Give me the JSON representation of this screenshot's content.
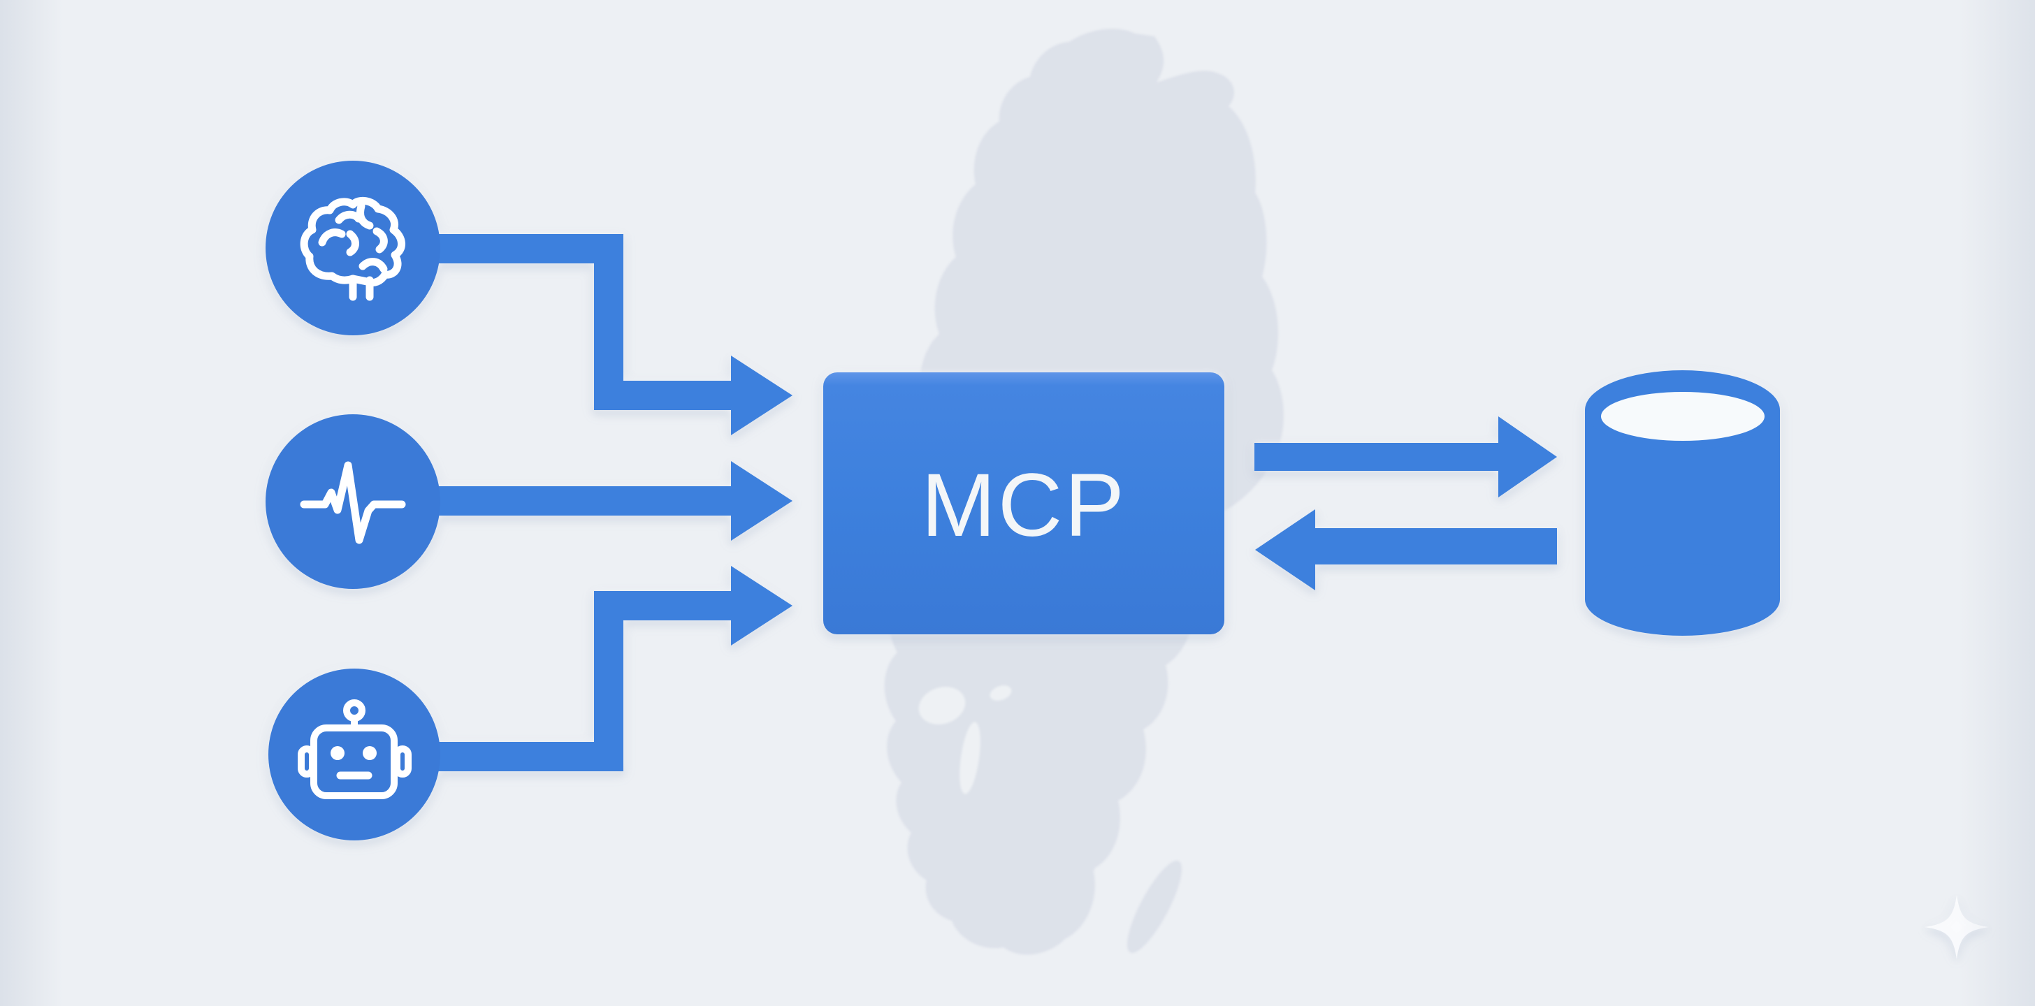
{
  "diagram": {
    "type": "architecture-flow",
    "center_node": {
      "label": "MCP",
      "shape": "rounded-rectangle"
    },
    "source_nodes": [
      {
        "id": "brain",
        "icon": "brain-icon",
        "shape": "circle"
      },
      {
        "id": "pulse",
        "icon": "pulse-waveform-icon",
        "shape": "circle"
      },
      {
        "id": "robot",
        "icon": "robot-icon",
        "shape": "circle"
      }
    ],
    "target_node": {
      "id": "datastore",
      "icon": "database-cylinder-icon",
      "shape": "cylinder"
    },
    "connections": [
      {
        "from": "brain",
        "to": "MCP",
        "style": "elbow-arrow-right"
      },
      {
        "from": "pulse",
        "to": "MCP",
        "style": "straight-arrow-right"
      },
      {
        "from": "robot",
        "to": "MCP",
        "style": "elbow-arrow-right"
      },
      {
        "from": "MCP",
        "to": "datastore",
        "style": "straight-arrow-right"
      },
      {
        "from": "datastore",
        "to": "MCP",
        "style": "straight-arrow-left"
      }
    ],
    "background": {
      "silhouette": "sweden-map",
      "sparkle": "four-point-star-bottom-right"
    },
    "colors": {
      "accent_blue": "#3d80dd",
      "circle_blue": "#3b7ad7",
      "background": "#edf0f4",
      "map_gray": "#d9dee8",
      "label_text": "#f3f6f8"
    }
  }
}
